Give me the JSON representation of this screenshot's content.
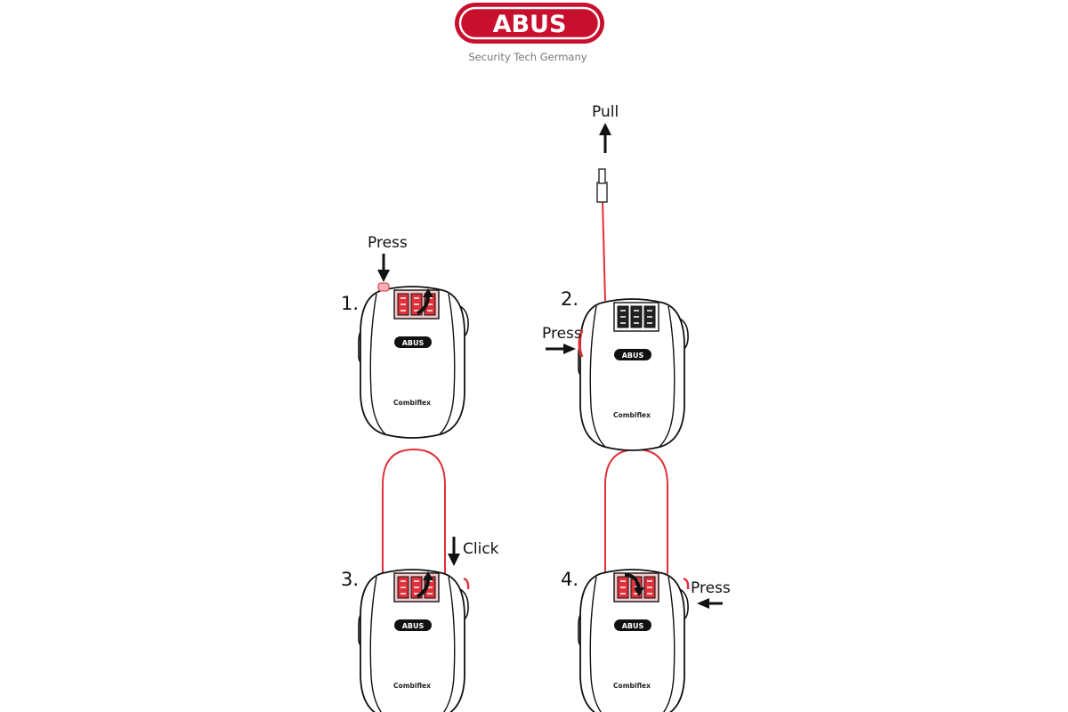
{
  "logo": {
    "brand": "ABUS",
    "tagline": "Security Tech Germany",
    "color": "#c8102e"
  },
  "lock": {
    "product_text": "Combiflex",
    "badge_text": "ABUS"
  },
  "steps": [
    {
      "number": "1.",
      "action": "Press"
    },
    {
      "number": "2.",
      "action": "Press",
      "action2": "Pull"
    },
    {
      "number": "3.",
      "action": "Click"
    },
    {
      "number": "4.",
      "action": "Press"
    }
  ],
  "colors": {
    "cable": "#e0303a",
    "line": "#111111"
  }
}
